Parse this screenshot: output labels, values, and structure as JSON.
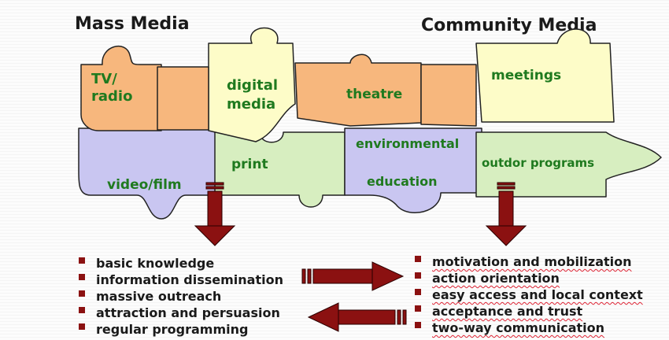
{
  "headings": {
    "left": "Mass Media",
    "right": "Community Media"
  },
  "pieces": {
    "tv_radio": [
      "TV/",
      "radio"
    ],
    "digital_media": [
      "digital",
      "media"
    ],
    "theatre": "theatre",
    "meetings": "meetings",
    "video_film": "video/film",
    "print": "print",
    "environmental": "environmental",
    "education": "education",
    "outdoor_programs": "outdor programs"
  },
  "colors": {
    "orange": "#f7b77d",
    "yellow": "#fdfcc8",
    "lavender": "#c9c6f1",
    "green": "#d7eec0",
    "arrow": "#8b1111",
    "label": "#1f7a1f"
  },
  "left_list": [
    "basic knowledge",
    "information dissemination",
    "massive outreach",
    "attraction and persuasion",
    "regular programming"
  ],
  "right_list": [
    "motivation and mobilization",
    "action orientation",
    "easy access and local context",
    "acceptance and trust",
    "two-way communication"
  ]
}
